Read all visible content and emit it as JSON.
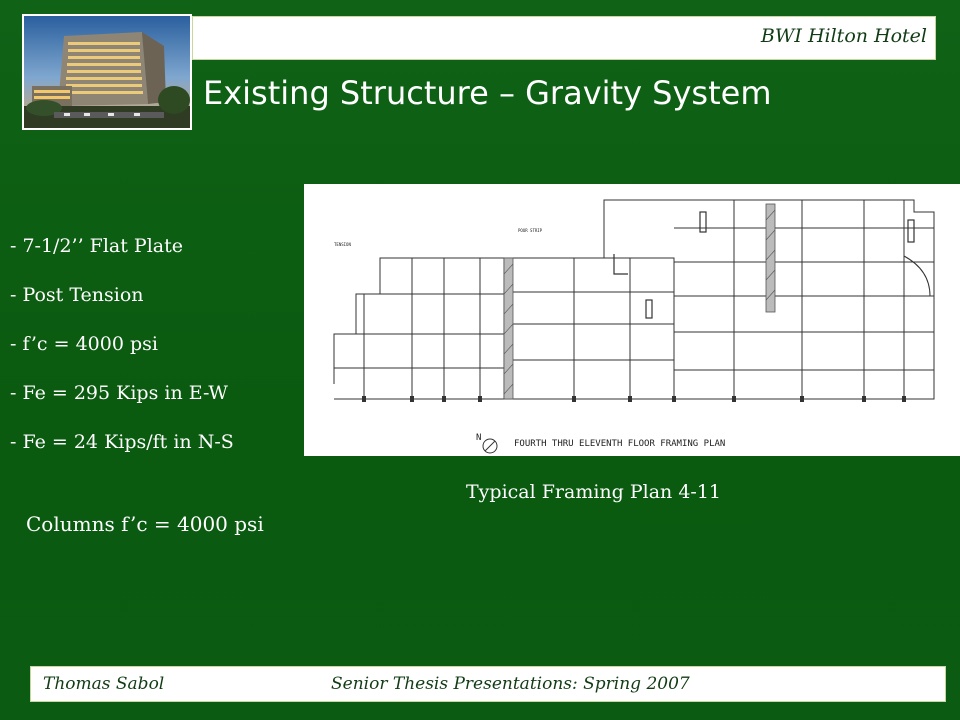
{
  "header": {
    "project_title": "BWI Hilton Hotel"
  },
  "slide": {
    "title": "Existing Structure – Gravity System",
    "bullets": [
      "- 7-1/2’’ Flat Plate",
      "- Post Tension",
      "- f’c = 4000 psi",
      "- Fe = 295 Kips in E-W",
      "- Fe = 24 Kips/ft in N-S"
    ],
    "columns_note": "Columns f’c = 4000 psi",
    "plan_caption": "Typical Framing Plan 4-11"
  },
  "plan_drawing": {
    "plan_title": "FOURTH THRU ELEVENTH FLOOR FRAMING PLAN",
    "north_label": "N",
    "tension_label": "TENSION",
    "pour_strip_label": "POUR STRIP"
  },
  "footer": {
    "author": "Thomas Sabol",
    "course": "Senior Thesis Presentations: Spring 2007"
  },
  "colors": {
    "background": "#0c5c12",
    "text": "#ffffff",
    "bar_text": "#123c15"
  }
}
